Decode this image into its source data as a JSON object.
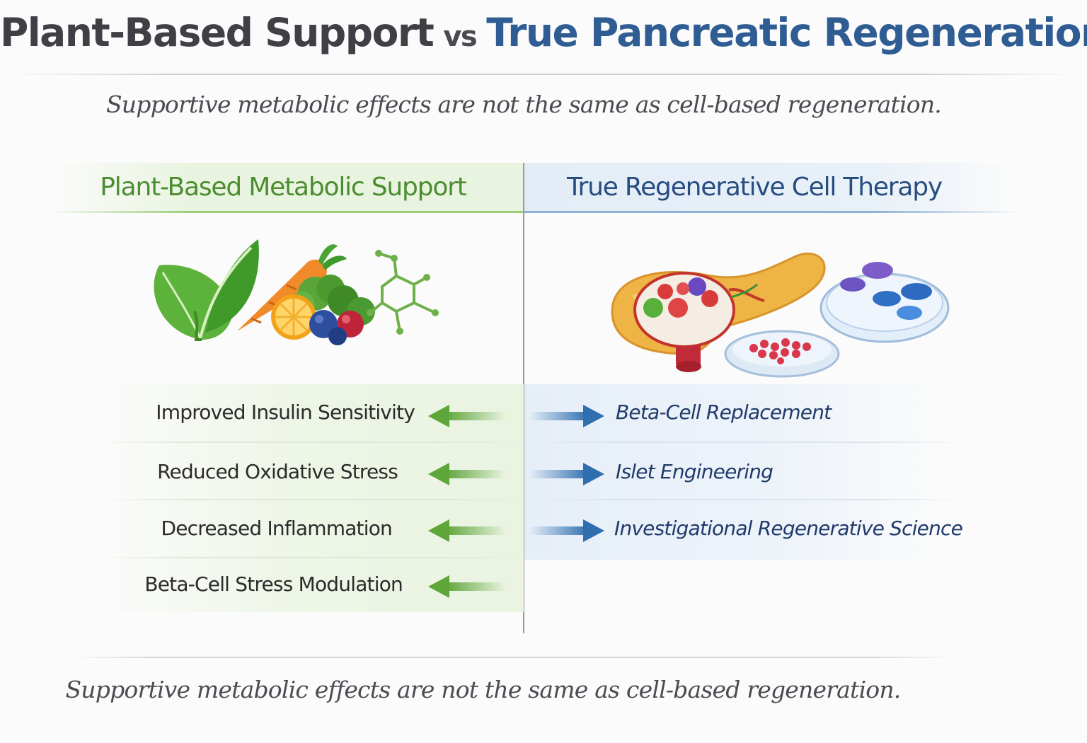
{
  "title": {
    "part1": "Plant-Based Support",
    "vs": "vs",
    "part2": "True Pancreatic Regeneration"
  },
  "subtitle_top": "Supportive metabolic effects are not the same as cell-based regeneration.",
  "subtitle_bottom": "Supportive metabolic effects are not the same as cell-based regeneration.",
  "left_column": {
    "title": "Plant-Based Metabolic Support",
    "items": [
      "Improved Insulin Sensitivity",
      "Reduced Oxidative Stress",
      "Decreased Inflammation",
      "Beta-Cell Stress Modulation"
    ]
  },
  "right_column": {
    "title": "True Regenerative Cell Therapy",
    "items": [
      "Beta-Cell Replacement",
      "Islet Engineering",
      "Investigational Regenerative Science"
    ]
  },
  "icons": {
    "left": "plant-foods-illustration",
    "right": "pancreas-and-petri-dishes-illustration"
  },
  "colors": {
    "green_accent": "#4b8d2f",
    "blue_accent": "#2f5d93",
    "green_arrow": "#5ea53a",
    "blue_arrow": "#2f6fb0"
  }
}
